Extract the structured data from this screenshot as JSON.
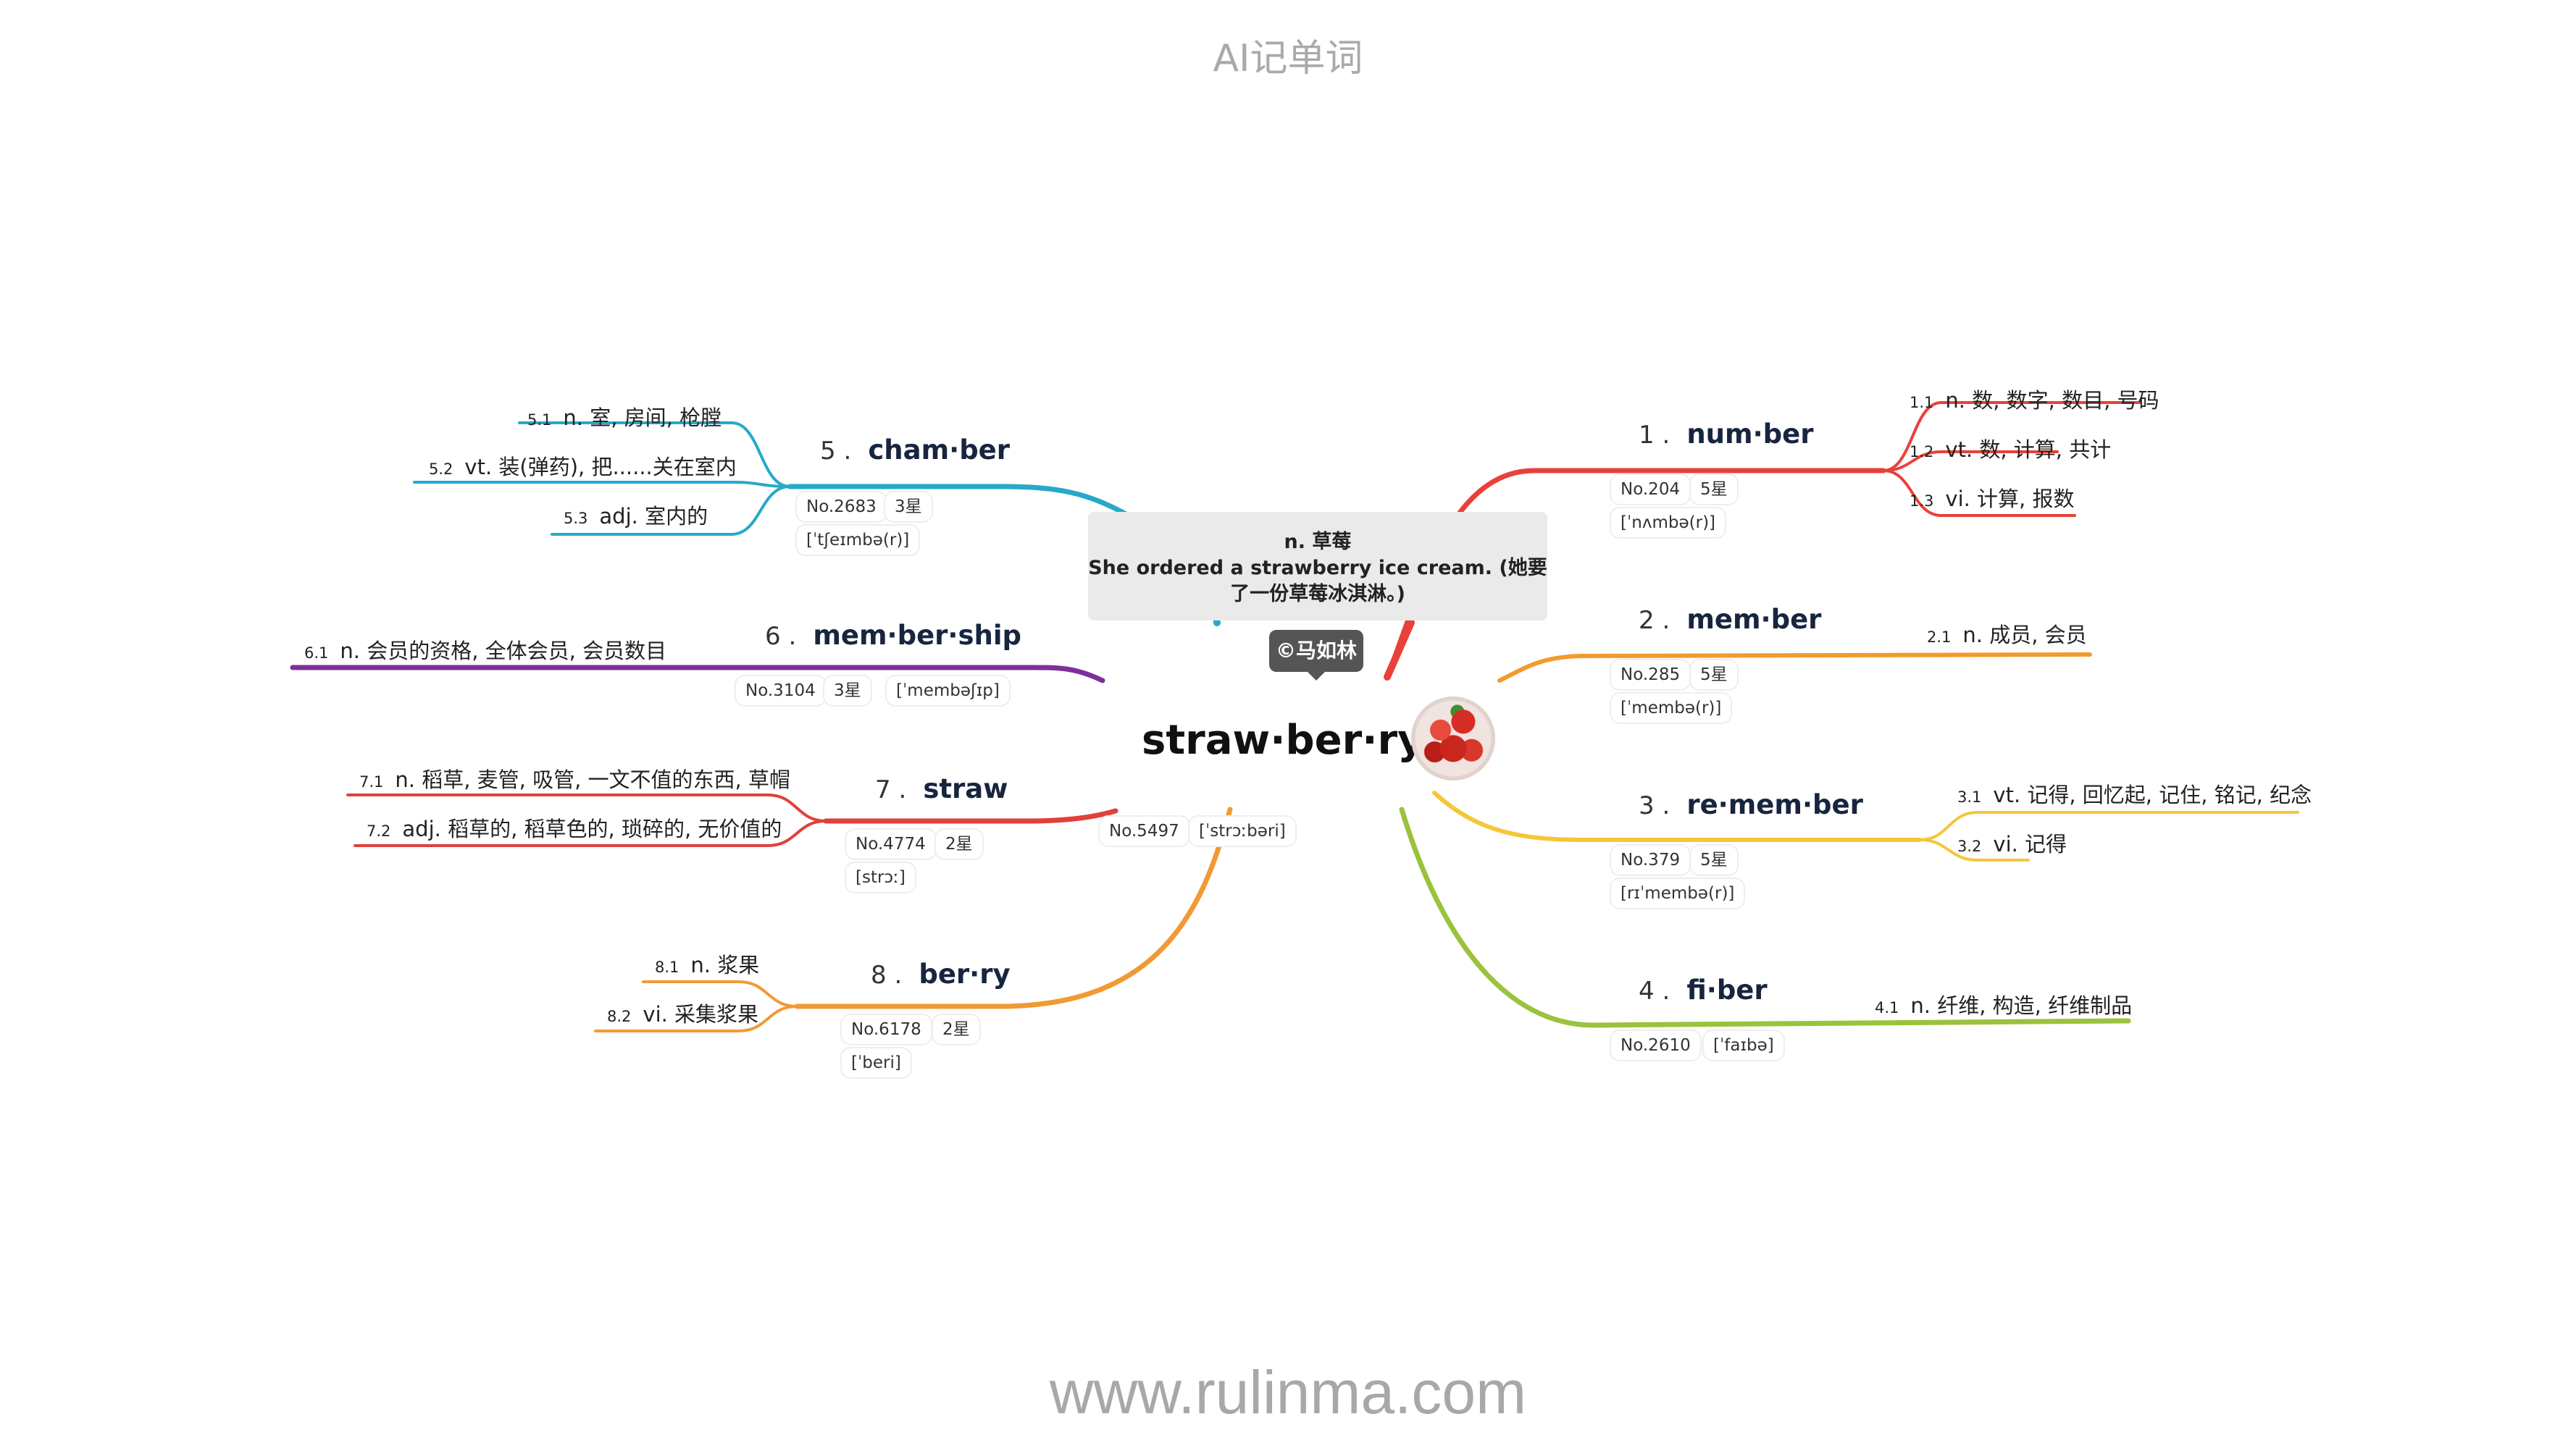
{
  "header": {
    "title": "AI记单词"
  },
  "footer": {
    "url": "www.rulinma.com"
  },
  "center": {
    "word": "straw·ber·ry",
    "no": "No.5497",
    "phonetic": "[ˈstrɔːbəri]",
    "image": "strawberry-photo",
    "tooltip": {
      "pos": "n. 草莓",
      "example_line1": "She ordered a strawberry ice cream. (她要",
      "example_line2": "了一份草莓冰淇淋。)"
    },
    "badge": "©马如林"
  },
  "branches": [
    {
      "num": "1 .",
      "word": "num·ber",
      "color": "#e8413a",
      "tags": [
        "No.204",
        "5星",
        "[ˈnʌmbə(r)]"
      ],
      "defs": [
        {
          "idx": "1.1",
          "text": "n. 数, 数字, 数目, 号码"
        },
        {
          "idx": "1.2",
          "text": "vt. 数, 计算, 共计"
        },
        {
          "idx": "1.3",
          "text": "vi. 计算, 报数"
        }
      ]
    },
    {
      "num": "2 .",
      "word": "mem·ber",
      "color": "#f39a2c",
      "tags": [
        "No.285",
        "5星",
        "[ˈmembə(r)]"
      ],
      "defs": [
        {
          "idx": "2.1",
          "text": "n. 成员, 会员"
        }
      ]
    },
    {
      "num": "3 .",
      "word": "re·mem·ber",
      "color": "#f5c63a",
      "tags": [
        "No.379",
        "5星",
        "[rɪˈmembə(r)]"
      ],
      "defs": [
        {
          "idx": "3.1",
          "text": "vt. 记得, 回忆起, 记住, 铭记, 纪念"
        },
        {
          "idx": "3.2",
          "text": "vi. 记得"
        }
      ]
    },
    {
      "num": "4 .",
      "word": "fi·ber",
      "color": "#9bc23d",
      "tags": [
        "No.2610",
        "[ˈfaɪbə]"
      ],
      "defs": [
        {
          "idx": "4.1",
          "text": "n. 纤维, 构造, 纤维制品"
        }
      ]
    },
    {
      "num": "5 .",
      "word": "cham·ber",
      "color": "#27a9c9",
      "tags": [
        "No.2683",
        "3星",
        "[ˈtʃeɪmbə(r)]"
      ],
      "defs": [
        {
          "idx": "5.1",
          "text": "n. 室, 房间, 枪膛"
        },
        {
          "idx": "5.2",
          "text": "vt. 装(弹药), 把......关在室内"
        },
        {
          "idx": "5.3",
          "text": "adj. 室内的"
        }
      ]
    },
    {
      "num": "6 .",
      "word": "mem·ber·ship",
      "color": "#7d2f9a",
      "tags": [
        "No.3104",
        "3星",
        "[ˈmembəʃɪp]"
      ],
      "defs": [
        {
          "idx": "6.1",
          "text": "n. 会员的资格, 全体会员, 会员数目"
        }
      ]
    },
    {
      "num": "7 .",
      "word": "straw",
      "color": "#e2403a",
      "tags": [
        "No.4774",
        "2星",
        "[strɔː]"
      ],
      "defs": [
        {
          "idx": "7.1",
          "text": "n. 稻草, 麦管, 吸管, 一文不值的东西, 草帽"
        },
        {
          "idx": "7.2",
          "text": "adj. 稻草的, 稻草色的, 琐碎的, 无价值的"
        }
      ]
    },
    {
      "num": "8 .",
      "word": "ber·ry",
      "color": "#f19a34",
      "tags": [
        "No.6178",
        "2星",
        "[ˈberi]"
      ],
      "defs": [
        {
          "idx": "8.1",
          "text": "n. 浆果"
        },
        {
          "idx": "8.2",
          "text": "vi. 采集浆果"
        }
      ]
    }
  ]
}
